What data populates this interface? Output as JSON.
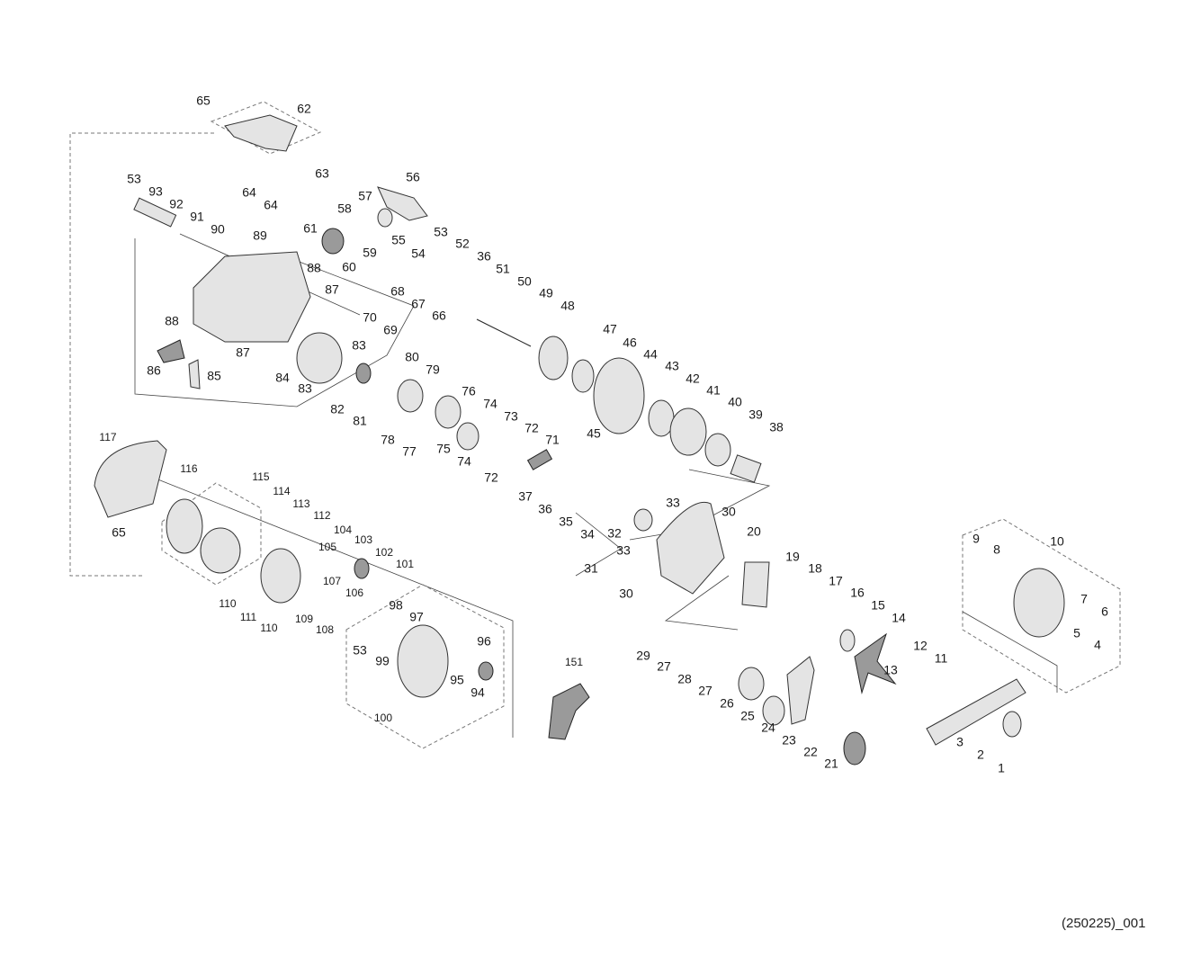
{
  "diagram": {
    "part_labels": [
      "65",
      "62",
      "63",
      "64",
      "64",
      "56",
      "53",
      "93",
      "92",
      "91",
      "90",
      "89",
      "57",
      "58",
      "61",
      "60",
      "59",
      "88",
      "87",
      "55",
      "54",
      "53",
      "52",
      "36",
      "51",
      "50",
      "49",
      "48",
      "68",
      "67",
      "66",
      "70",
      "69",
      "88",
      "87",
      "86",
      "85",
      "83",
      "84",
      "83",
      "80",
      "79",
      "82",
      "81",
      "76",
      "74",
      "73",
      "72",
      "71",
      "78",
      "77",
      "75",
      "74",
      "72",
      "47",
      "46",
      "44",
      "43",
      "42",
      "41",
      "40",
      "39",
      "38",
      "45",
      "117",
      "116",
      "115",
      "114",
      "113",
      "112",
      "104",
      "103",
      "102",
      "101",
      "105",
      "107",
      "106",
      "65",
      "110",
      "111",
      "110",
      "109",
      "108",
      "98",
      "97",
      "96",
      "53",
      "99",
      "95",
      "94",
      "100",
      "151",
      "37",
      "36",
      "35",
      "34",
      "32",
      "33",
      "33",
      "31",
      "30",
      "20",
      "30",
      "19",
      "18",
      "17",
      "16",
      "15",
      "14",
      "12",
      "11",
      "13",
      "29",
      "27",
      "28",
      "27",
      "26",
      "25",
      "24",
      "23",
      "22",
      "21",
      "10",
      "9",
      "8",
      "7",
      "6",
      "5",
      "4",
      "3",
      "2",
      "1"
    ],
    "footer_code": "(250225)_001"
  }
}
